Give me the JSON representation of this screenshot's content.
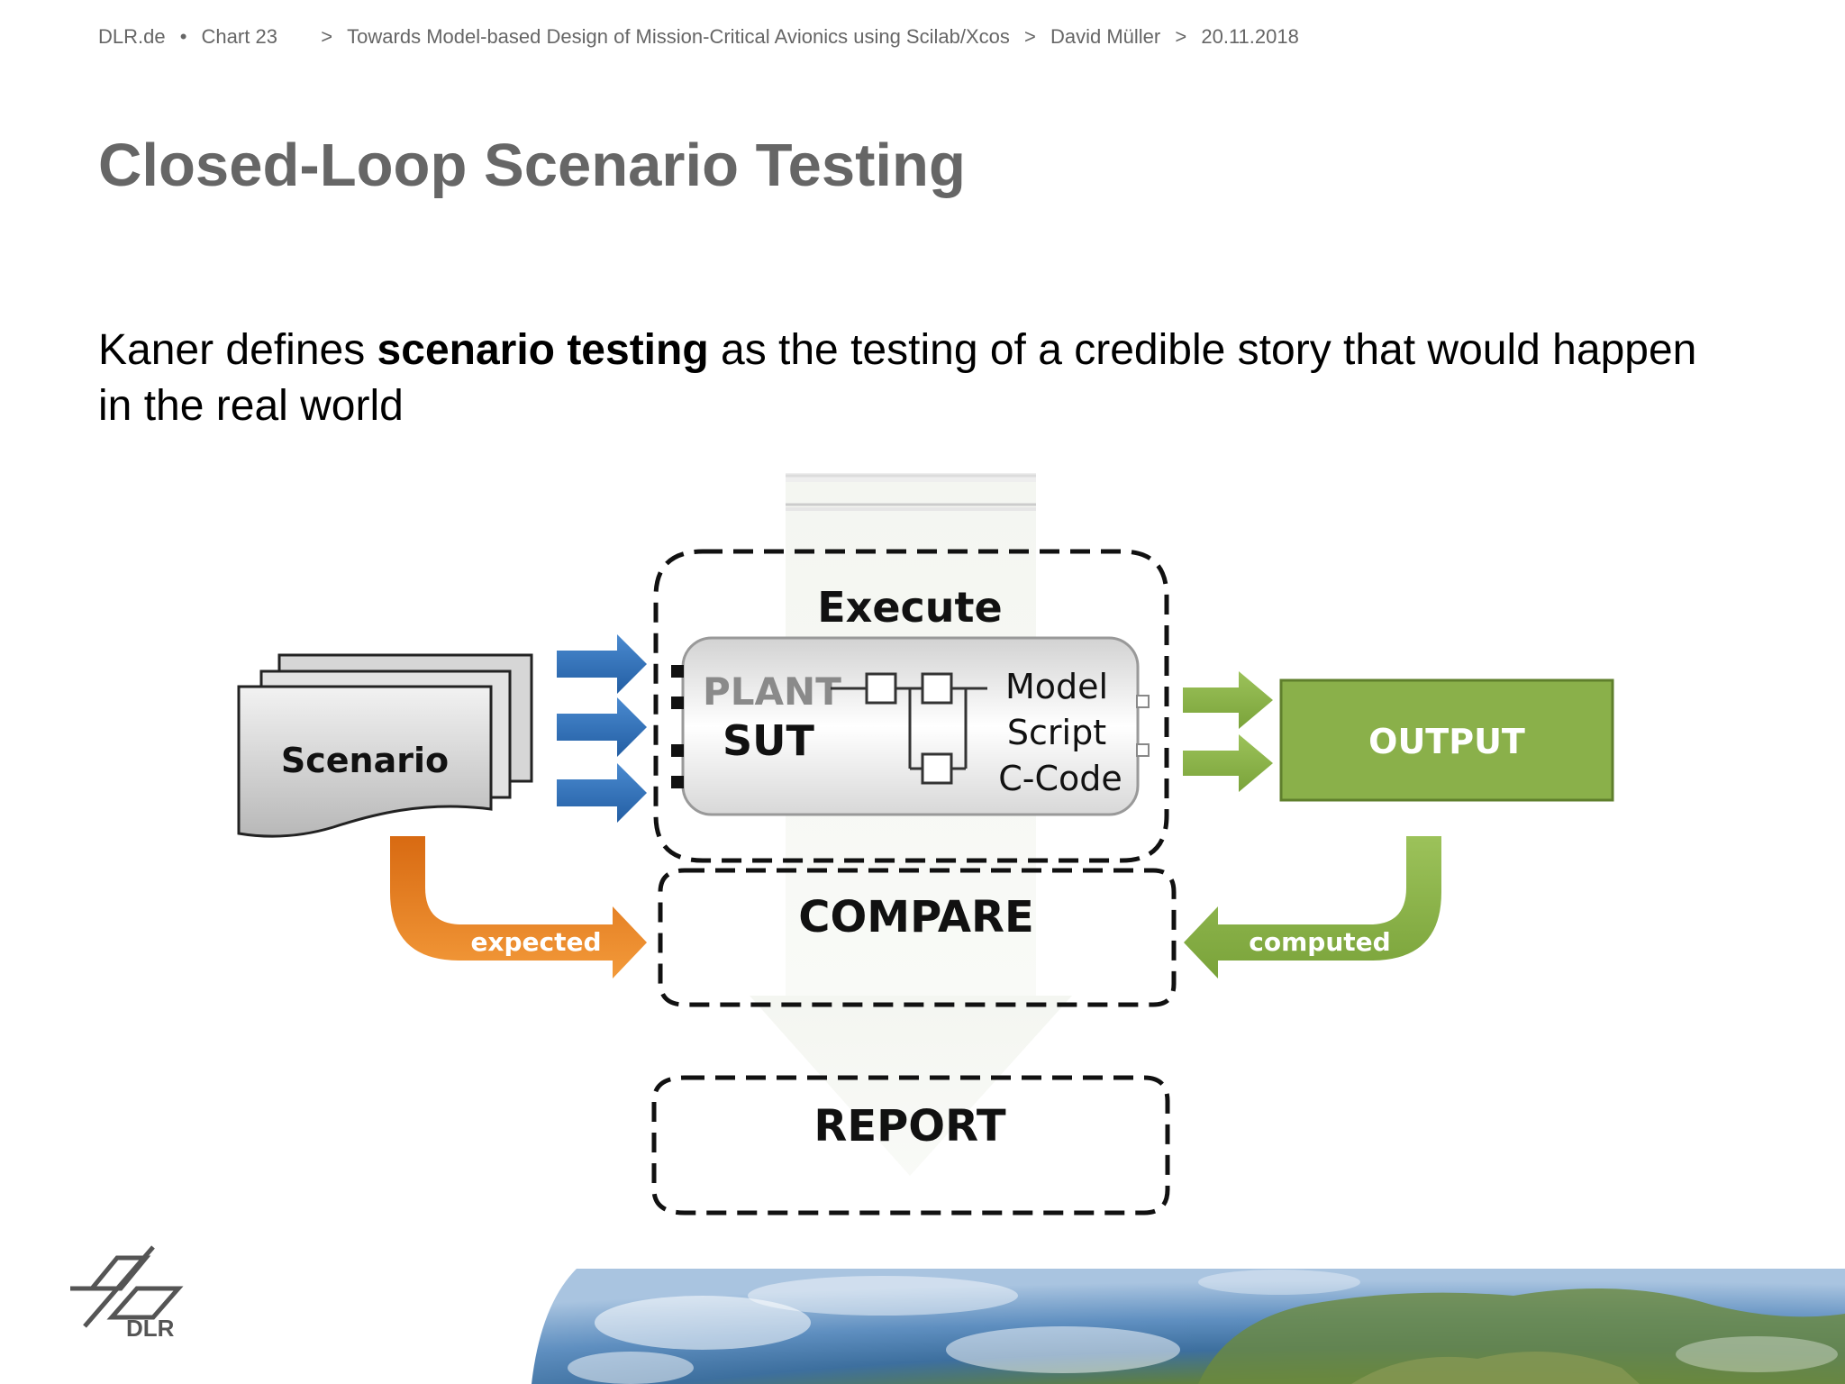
{
  "header": {
    "site": "DLR.de",
    "chart": "Chart 23",
    "presentation": "Towards Model-based Design of Mission-Critical Avionics using Scilab/Xcos",
    "author": "David Müller",
    "date": "20.11.2018",
    "separator": ">",
    "bullet": "•"
  },
  "title": "Closed-Loop Scenario Testing",
  "body": {
    "before": "Kaner defines ",
    "bold": "scenario testing",
    "after": " as the testing of a credible story that would happen in the real world"
  },
  "diagram": {
    "scenario": "Scenario",
    "execute": "Execute",
    "plant": "PLANT",
    "sut": "SUT",
    "model": "Model",
    "script": "Script",
    "ccode": "C-Code",
    "output": "OUTPUT",
    "expected": "expected",
    "computed": "computed",
    "compare": "COMPARE",
    "report": "REPORT",
    "colors": {
      "blue_arrow": "#2f6db5",
      "green": "#8ab04a",
      "green_dark": "#6c8f33",
      "orange": "#e9801f"
    }
  },
  "logo": {
    "text": "DLR"
  }
}
